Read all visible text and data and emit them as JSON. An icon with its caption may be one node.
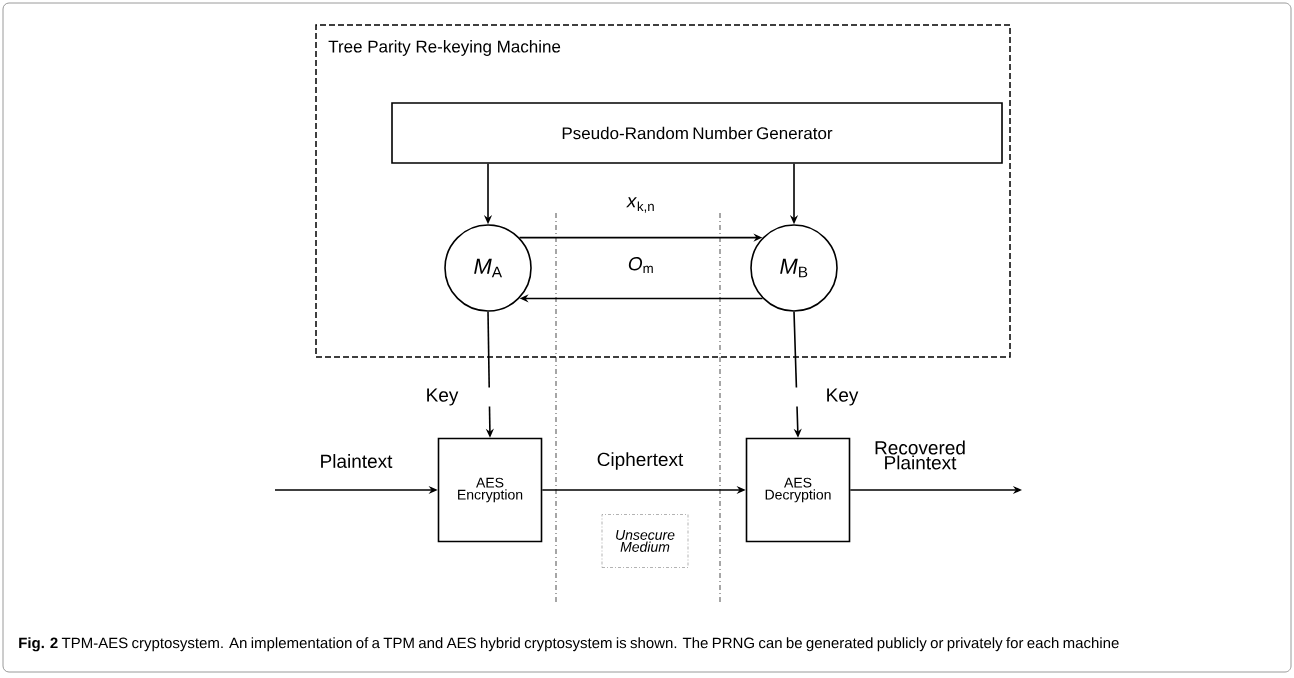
{
  "diagram": {
    "caption": "**Fig. 2** TPM-AES cryptosystem. An implementation of a TPM and AES hybrid cryptosystem is shown. The PRNG can be generated publicly or privately for each machine",
    "nodes": [
      {
        "text": [
          "Tree Parity Re-keying Machine"
        ]
      },
      {
        "text": [
          "Pseudo-Random Number Generator"
        ],
        "in": 0
      },
      {
        "text": [
          "*M*$_{A}$"
        ],
        "in": 0
      },
      {
        "text": [
          "*M*$_{B}$"
        ],
        "in": 0
      },
      {
        "text": [
          "AES Encryption"
        ]
      },
      {
        "text": [
          "AES Decryption"
        ]
      },
      {
        "text": [
          "Unsecure Medium"
        ]
      }
    ],
    "edges": [
      {
        "from": 1,
        "to": 2,
        "arrow": "to"
      },
      {
        "from": 1,
        "to": 3,
        "arrow": "to"
      },
      {
        "from": 2,
        "to": 3,
        "arrow": "to",
        "label": "*x*$_{k,n}$"
      },
      {
        "from": 3,
        "to": 2,
        "arrow": "to",
        "label": "*O*$_{m}$"
      },
      {
        "from": 2,
        "to": 4,
        "arrow": "to",
        "label": "Key"
      },
      {
        "from": 3,
        "to": 5,
        "arrow": "to",
        "label": "Key"
      },
      {
        "from": null,
        "to": 4,
        "arrow": "to",
        "label": "Plaintext"
      },
      {
        "from": 4,
        "to": 5,
        "arrow": "to",
        "label": "Ciphertext"
      },
      {
        "from": 5,
        "to": null,
        "arrow": "to",
        "label": "Recovered Plaintext"
      }
    ]
  }
}
